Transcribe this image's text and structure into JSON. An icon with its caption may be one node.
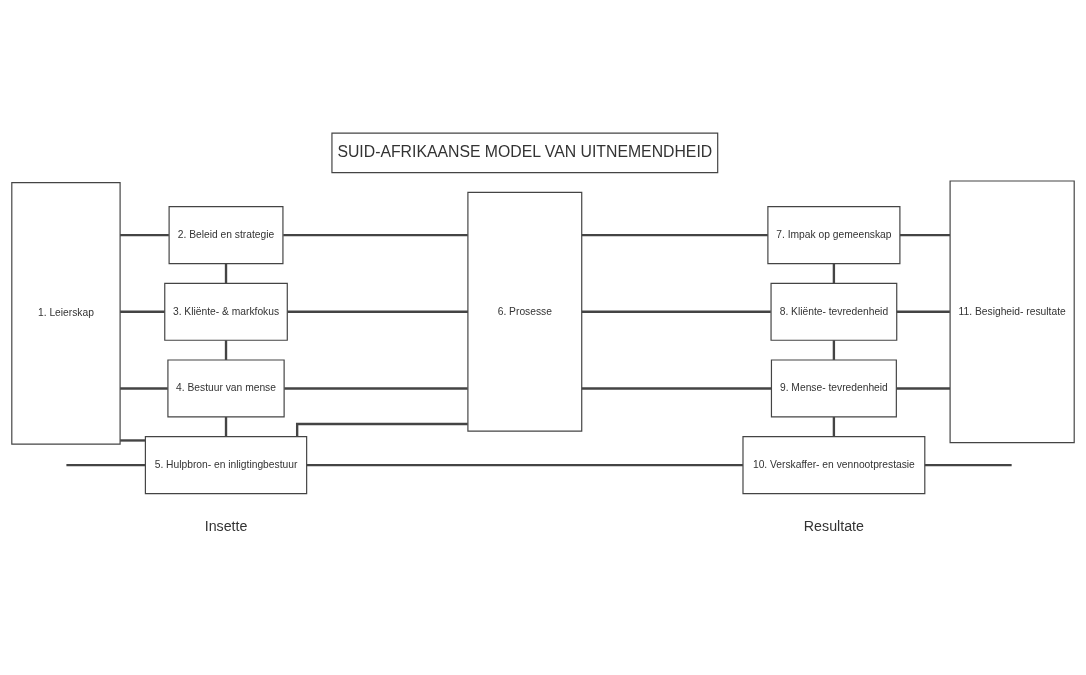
{
  "diagram": {
    "nodes": [
      {
        "text": [
          "1. Leierskap"
        ]
      },
      {
        "text": [
          "2. Beleid en strategie"
        ]
      },
      {
        "text": [
          "3. Kliënte- & markfokus"
        ]
      },
      {
        "text": [
          "4. Bestuur van mense"
        ]
      },
      {
        "text": [
          "5. Hulpbron- en inligtingbestuur"
        ]
      },
      {
        "text": [
          "6. Prosesse"
        ]
      },
      {
        "text": [
          "7. Impak op gemeenskap"
        ]
      },
      {
        "text": [
          "8. Kliënte- tevredenheid"
        ]
      },
      {
        "text": [
          "9. Mense- tevredenheid"
        ]
      },
      {
        "text": [
          "10. Verskaffer- en vennootprestasie"
        ]
      },
      {
        "text": [
          "11. Besigheid- resultate"
        ]
      },
      {
        "text": [
          "SUID-AFRIKAANSE MODEL VAN UITNEMENDHEID"
        ]
      }
    ],
    "edges": [
      {
        "from": 0,
        "to": 1,
        "arrow": "none"
      },
      {
        "from": 0,
        "to": 2,
        "arrow": "none"
      },
      {
        "from": 0,
        "to": 3,
        "arrow": "none"
      },
      {
        "from": 0,
        "to": 4,
        "arrow": "none"
      },
      {
        "from": 1,
        "to": 2,
        "arrow": "none"
      },
      {
        "from": 2,
        "to": 3,
        "arrow": "none"
      },
      {
        "from": 3,
        "to": 4,
        "arrow": "none"
      },
      {
        "from": 1,
        "to": 5,
        "arrow": "none"
      },
      {
        "from": 2,
        "to": 5,
        "arrow": "none"
      },
      {
        "from": 3,
        "to": 5,
        "arrow": "none"
      },
      {
        "from": 4,
        "to": 5,
        "arrow": "none"
      },
      {
        "from": 5,
        "to": 6,
        "arrow": "none"
      },
      {
        "from": 5,
        "to": 7,
        "arrow": "none"
      },
      {
        "from": 5,
        "to": 8,
        "arrow": "none"
      },
      {
        "from": 6,
        "to": 7,
        "arrow": "none"
      },
      {
        "from": 7,
        "to": 8,
        "arrow": "none"
      },
      {
        "from": 8,
        "to": 9,
        "arrow": "none"
      },
      {
        "from": 6,
        "to": 10,
        "arrow": "none"
      },
      {
        "from": 7,
        "to": 10,
        "arrow": "none"
      },
      {
        "from": 8,
        "to": 10,
        "arrow": "none"
      },
      {
        "from": 4,
        "to": 9,
        "arrow": "none"
      },
      {
        "from": null,
        "to": 4,
        "arrow": "none"
      },
      {
        "from": 9,
        "to": null,
        "arrow": "none"
      }
    ],
    "labels": [
      "Insette",
      "Resultate"
    ]
  }
}
